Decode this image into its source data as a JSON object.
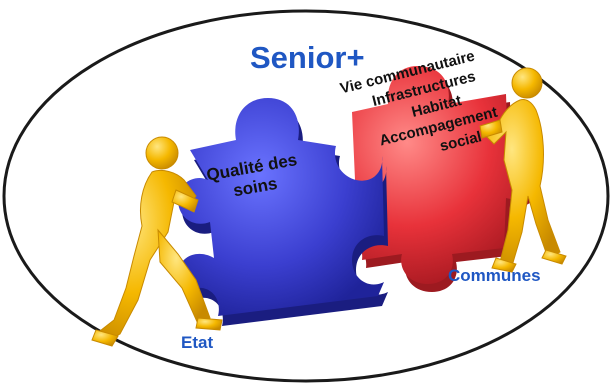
{
  "title": "Senior+",
  "blue_piece": {
    "lines": [
      "Qualité des",
      "soins"
    ]
  },
  "red_piece": {
    "lines": [
      "Vie communautaire",
      "Infrastructures",
      "Habitat",
      "Accompagement",
      "social"
    ]
  },
  "labels": {
    "communes": "Communes",
    "etat": "Etat"
  },
  "colors": {
    "title": "#1f57c3",
    "blue_puzzle": "#3b3fd0",
    "red_puzzle": "#e8323a",
    "figure": "#f5b800",
    "ellipse": "#1a1a1a"
  }
}
